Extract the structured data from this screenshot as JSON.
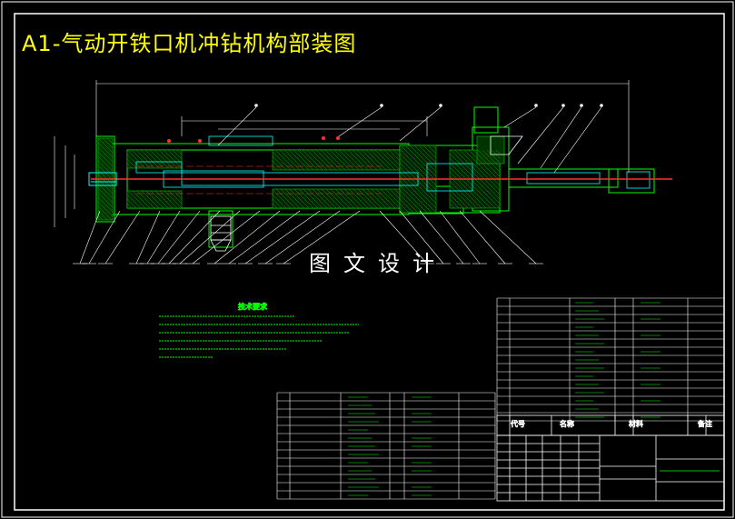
{
  "title": "A1-气动开铁口机冲钻机构部装图",
  "watermark": "图文设计",
  "tech_requirements": {
    "heading": "技术要求"
  },
  "title_block_headers": {
    "code": "代号",
    "name": "名称",
    "material": "材料",
    "remark": "备注"
  },
  "colors": {
    "background": "#000000",
    "title": "#ffff00",
    "frame": "#ffffff",
    "part_outline": "#00ff00",
    "hatch": "#00cc00",
    "center_line": "#ff3030",
    "dimension": "#ffffff",
    "cyan_parts": "#00ffff",
    "leader": "#ffffff"
  }
}
